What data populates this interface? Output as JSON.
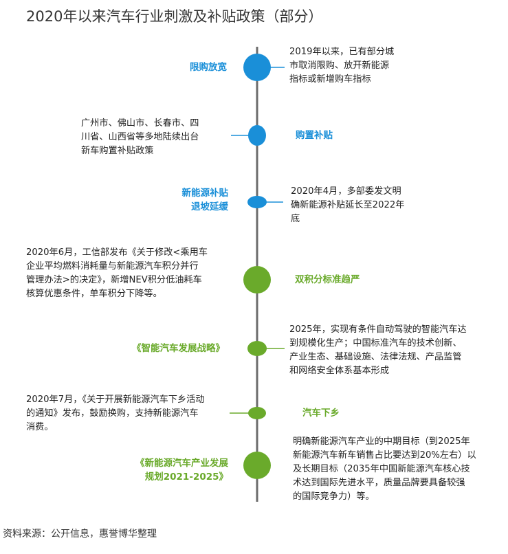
{
  "title": "2020年以来汽车行业刺激及补贴政策（部分）",
  "source": "资料来源：公开信息，惠誉博华整理",
  "colors": {
    "axis": "#6b6b6b",
    "blue": "#1a8fd8",
    "green": "#6aaa2b"
  },
  "events": [
    {
      "label_lines": [
        "限购放宽"
      ],
      "color": "blue",
      "detail_lines": [
        "2019年以来，已有部分城",
        "市取消限购、放开新能源",
        "指标或新增购车指标"
      ]
    },
    {
      "label_lines": [
        "购置补贴"
      ],
      "color": "blue",
      "detail_lines": [
        "广州市、佛山市、长春市、四",
        "川省、山西省等多地陆续出台",
        "新车购置补贴政策"
      ]
    },
    {
      "label_lines": [
        "新能源补贴",
        "退坡延缓"
      ],
      "color": "blue",
      "detail_lines": [
        "2020年4月，多部委发文明",
        "确新能源补贴延长至2022年",
        "底"
      ]
    },
    {
      "label_lines": [
        "双积分标准趋严"
      ],
      "color": "green",
      "detail_lines": [
        "2020年6月，工信部发布《关于修改<乘用车",
        "企业平均燃料消耗量与新能源汽车积分并行",
        "管理办法>的决定》，新增NEV积分低油耗车",
        "核算优惠条件，单车积分下降等。"
      ]
    },
    {
      "label_lines": [
        "《智能汽车发展战略》"
      ],
      "color": "green",
      "detail_lines": [
        "2025年，实现有条件自动驾驶的智能汽车达",
        "到规模化生产；中国标准汽车的技术创新、",
        "产业生态、基础设施、法律法规、产品监管",
        "和网络安全体系基本形成"
      ]
    },
    {
      "label_lines": [
        "汽车下乡"
      ],
      "color": "green",
      "detail_lines": [
        "2020年7月，《关于开展新能源汽车下乡活动",
        "的通知》发布，鼓励换购，支持新能源汽车",
        "消费。"
      ]
    },
    {
      "label_lines": [
        "《新能源汽车产业发展",
        "规划2021-2025》"
      ],
      "color": "green",
      "detail_lines": [
        "明确新能源汽车产业的中期目标（到2025年",
        "新能源汽车新车销售占比要达到20%左右）以",
        "及长期目标（2035年中国新能源汽车核心技",
        "术达到国际先进水平，质量品牌要具备较强",
        "的国际竞争力）等。"
      ]
    }
  ]
}
